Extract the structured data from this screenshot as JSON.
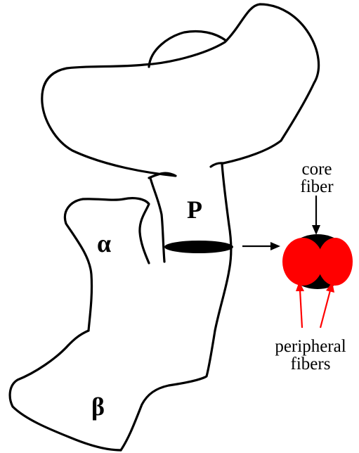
{
  "labels": {
    "p": "P",
    "alpha": "α",
    "beta": "β",
    "core_fiber_line1": "core",
    "core_fiber_line2": "fiber",
    "peripheral_fibers_line1": "peripheral",
    "peripheral_fibers_line2": "fibers"
  },
  "colors": {
    "outline": "#000000",
    "core": "#000000",
    "peripheral": "#ff0000"
  }
}
